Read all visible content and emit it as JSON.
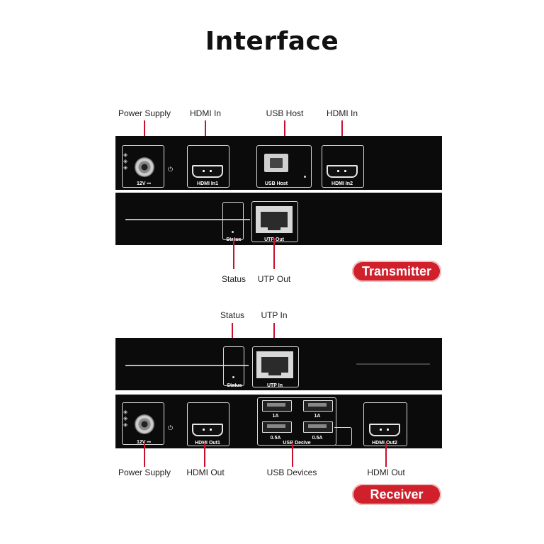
{
  "title": "Interface",
  "transmitter": {
    "badge": "Transmitter",
    "callouts_top": [
      "Power Supply",
      "HDMI In",
      "USB Host",
      "HDMI In"
    ],
    "callouts_bottom": [
      "Status",
      "UTP Out"
    ],
    "port_labels": {
      "power": "12V ⎓",
      "hdmi_in1": "HDMI In1",
      "usb_host": "USB Host",
      "hdmi_in2": "HDMI In2",
      "status": "Status",
      "utp_out": "UTP Out"
    }
  },
  "receiver": {
    "badge": "Receiver",
    "callouts_top": [
      "Status",
      "UTP In"
    ],
    "callouts_bottom": [
      "Power Supply",
      "HDMI Out",
      "USB Devices",
      "HDMI Out"
    ],
    "port_labels": {
      "status": "Status",
      "utp_in": "UTP In",
      "power": "12V ⎓",
      "hdmi_out1": "HDMI Out1",
      "usb_1a_left": "1A",
      "usb_1a_right": "1A",
      "usb_05a_left": "0.5A",
      "usb_05a_right": "0.5A",
      "usb_device": "USB Decive",
      "hdmi_out2": "HDMI Out2"
    }
  },
  "colors": {
    "accent": "#c8102e",
    "panel": "#0b0b0b",
    "badge": "#d0202c"
  },
  "icons": [
    "power-icon",
    "ground-symbols-icon"
  ]
}
